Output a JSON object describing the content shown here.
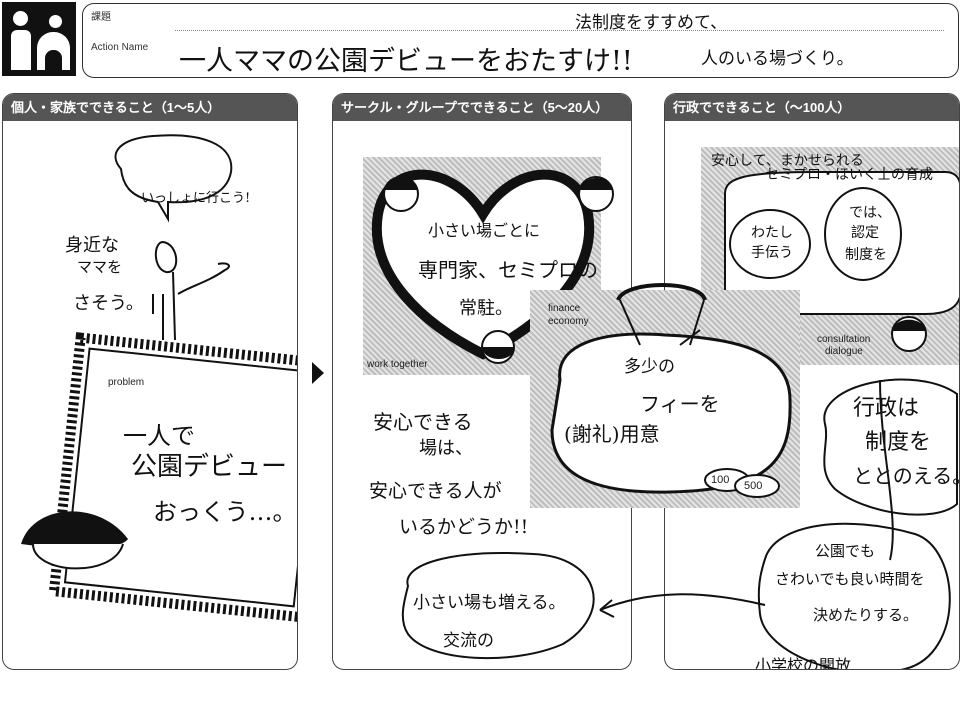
{
  "header": {
    "kadai_label": "課題",
    "action_name_label": "Action Name",
    "main_title": "一人ママの公園デビューをおたすけ!!",
    "note_line1": "法制度をすすめて、",
    "note_line2": "人のいる場づくり。"
  },
  "columns": [
    {
      "heading": "個人・家族でできること（1〜5人）",
      "speech": "いっしょに行こう!",
      "side_text": [
        "身近な",
        "ママを",
        "さそう。"
      ],
      "problem_label": "problem",
      "problem_text": [
        "一人で",
        "公園デビュー",
        "おっくう…。"
      ]
    },
    {
      "heading": "サークル・グループでできること（5〜20人）",
      "heart_text": [
        "小さい場ごとに",
        "専門家、セミプロの",
        "常駐。"
      ],
      "work_label": "work together",
      "body_text": [
        "安心できる",
        "場は、",
        "安心できる人が",
        "いるかどうか!!"
      ],
      "bubble_text": [
        "小さい場も増える。",
        "交流の"
      ]
    },
    {
      "heading": "行政でできること（〜100人）",
      "top_text": [
        "安心して、まかせられる",
        "セミプロ・ほいく士の育成"
      ],
      "bubble_left": [
        "わたし",
        "手伝う"
      ],
      "bubble_right": [
        "では、",
        "認定",
        "制度を"
      ],
      "consult_label1": "consultation",
      "consult_label2": "dialogue",
      "finance_label1": "finance",
      "finance_label2": "economy",
      "purse_text": [
        "多少の",
        "フィーを",
        "(謝礼)用意"
      ],
      "coin1": "100",
      "coin2": "500",
      "admin_text": [
        "行政は",
        "制度を",
        "ととのえる。"
      ],
      "park_text": [
        "公園でも",
        "さわいでも良い時間を",
        "決めたりする。"
      ],
      "school_text": "小学校の開放"
    }
  ]
}
